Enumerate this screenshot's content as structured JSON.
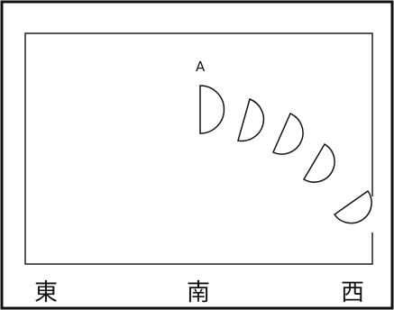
{
  "diagram": {
    "phase_label": "A",
    "directions": {
      "east": "東",
      "south": "南",
      "west": "西"
    },
    "colors": {
      "stroke": "#111111",
      "background": "#ffffff"
    },
    "phases": [
      {
        "name": "moon-phase-1"
      },
      {
        "name": "moon-phase-2"
      },
      {
        "name": "moon-phase-3"
      },
      {
        "name": "moon-phase-4"
      },
      {
        "name": "moon-phase-5"
      }
    ]
  }
}
